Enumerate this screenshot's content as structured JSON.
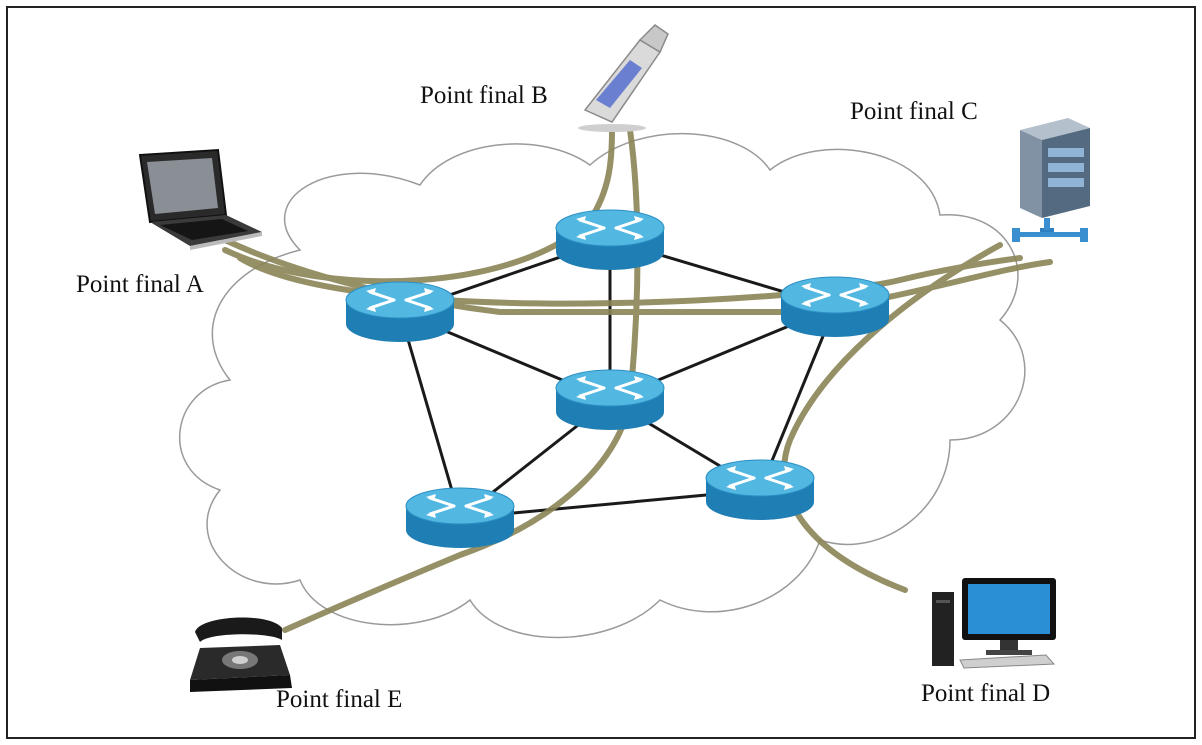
{
  "endpoints": {
    "a": {
      "label": "Point final A",
      "icon": "laptop-icon"
    },
    "b": {
      "label": "Point final B",
      "icon": "mobile-phone-icon"
    },
    "c": {
      "label": "Point final C",
      "icon": "server-icon"
    },
    "d": {
      "label": "Point final D",
      "icon": "desktop-computer-icon"
    },
    "e": {
      "label": "Point final E",
      "icon": "rotary-telephone-icon"
    }
  },
  "network": {
    "routers": [
      "router-1",
      "router-2",
      "router-3",
      "router-4",
      "router-5",
      "router-6"
    ]
  },
  "colors": {
    "router_top": "#4fb6e0",
    "router_side": "#1f7eb4",
    "path": "#8b8456",
    "link": "#1a1a1a",
    "cloud_stroke": "#999999"
  }
}
